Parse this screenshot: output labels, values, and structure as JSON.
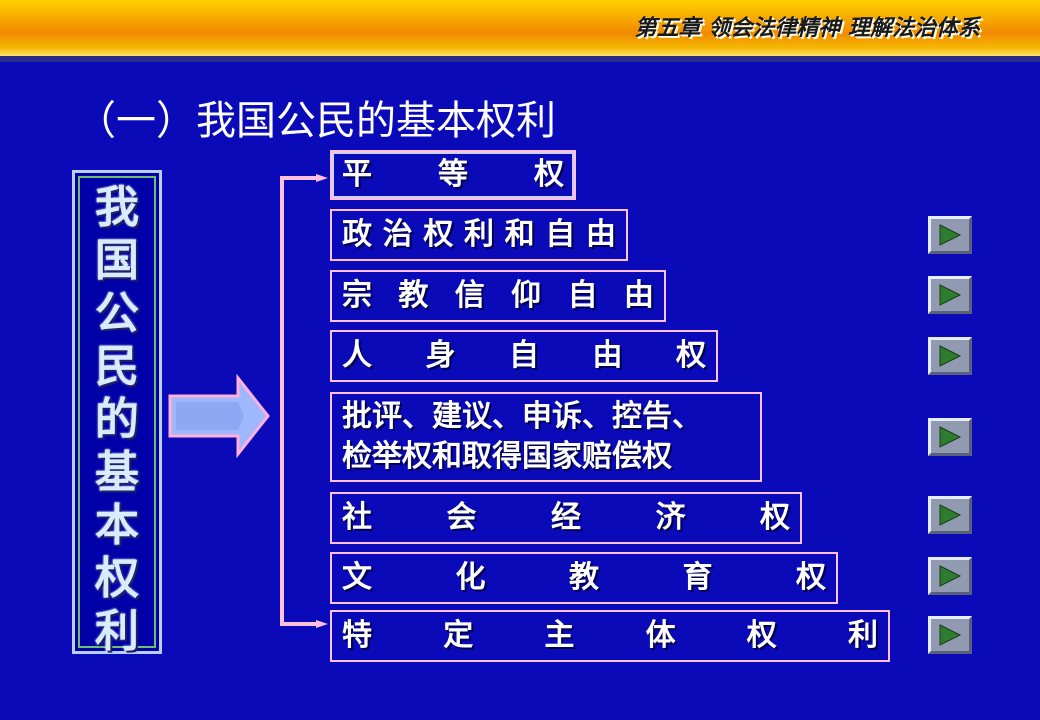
{
  "header": {
    "chapter_title": "第五章 领会法律精神 理解法治体系"
  },
  "slide": {
    "heading": "（一）我国公民的基本权利",
    "left_label_chars": [
      "我",
      "国",
      "公",
      "民",
      "的",
      "基",
      "本",
      "权",
      "利"
    ]
  },
  "rights": [
    {
      "chars": [
        "平",
        "等",
        "权"
      ]
    },
    {
      "chars": [
        "政",
        "治",
        "权",
        "利",
        "和",
        "自",
        "由"
      ]
    },
    {
      "chars": [
        "宗",
        "教",
        "信",
        "仰",
        "自",
        "由"
      ]
    },
    {
      "chars": [
        "人",
        "身",
        "自",
        "由",
        "权"
      ]
    },
    {
      "lines": [
        "批评、建议、申诉、控告、",
        "检举权和取得国家赔偿权"
      ]
    },
    {
      "chars": [
        "社",
        "会",
        "经",
        "济",
        "权"
      ]
    },
    {
      "chars": [
        "文",
        "化",
        "教",
        "育",
        "权"
      ]
    },
    {
      "chars": [
        "特",
        "定",
        "主",
        "体",
        "权",
        "利"
      ]
    }
  ],
  "colors": {
    "background": "#0a0ab8",
    "item_border": "#ffc0e0",
    "arrow_fill": "#9fb7ff",
    "arrow_border": "#ffb0d8",
    "play_icon": "#2e7d2e"
  },
  "icons": {
    "arrow": "right-arrow-icon",
    "play": "play-icon"
  }
}
